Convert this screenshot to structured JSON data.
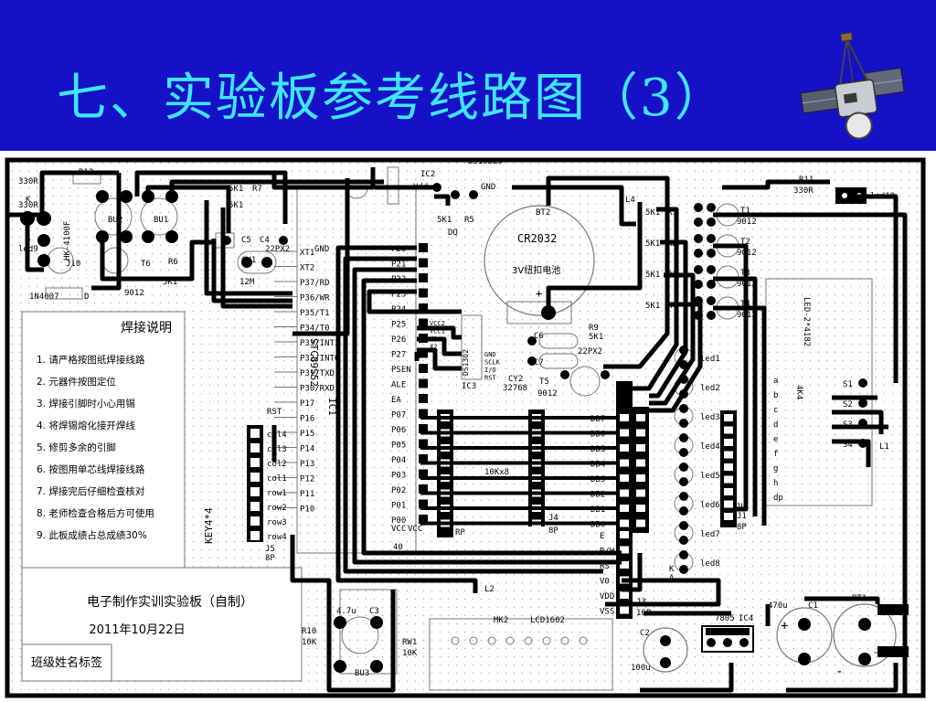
{
  "slide": {
    "title": "七、实验板参考线路图（3）"
  },
  "board": {
    "top_labels": {
      "ds18b20": "DS18B20",
      "ic2": "IC2",
      "vdd": "Vdd",
      "gnd": "GND",
      "dq": "DQ",
      "r5": "R5",
      "r5_val": "5K1"
    },
    "left_components": {
      "r12": "R12",
      "r12_val": "330R",
      "r13_val": "330R",
      "hk": "HK-4100F",
      "led9": "led9",
      "k": "K",
      "a": "A",
      "j10": "J10",
      "d": "D",
      "d_val": "1N4007",
      "bu2": "BU2",
      "bu1": "BU1",
      "t6": "T6",
      "t6_val": "9012",
      "r6": "R6",
      "r6_val": "5K1",
      "r7": "R7",
      "r7_val": "5K1",
      "r8_val": "5K1",
      "c4": "C4",
      "c5": "C5",
      "c4_val": "22PX2",
      "cy1": "CY1",
      "cy1_val": "12M"
    },
    "mcu": {
      "name": "IC1",
      "part": "STC89S52",
      "pins_left": [
        "XT1",
        "XT2",
        "P37/RD",
        "P36/WR",
        "P35/T1",
        "P34/T0",
        "P33/INT1",
        "P32/INT0",
        "P31/TXD",
        "P30/RXD",
        "P17",
        "P16",
        "P15",
        "P14",
        "P13",
        "P12",
        "P11",
        "P10"
      ],
      "rst": "RST",
      "pins_right": [
        "P20",
        "P21",
        "P22",
        "P23",
        "P24",
        "P25",
        "P26",
        "P27",
        "PSEN",
        "ALE",
        "EA",
        "P07",
        "P06",
        "P05",
        "P04",
        "P03",
        "P02",
        "P01",
        "P00"
      ],
      "gnd": "GND",
      "vcc": "VCC",
      "j5": "J5",
      "j5_sub": "8P"
    },
    "keypad": {
      "cols": [
        "col4",
        "col3",
        "col2",
        "col1"
      ],
      "rows": [
        "row1",
        "row2",
        "row3",
        "row4"
      ],
      "name": "KEY4*4"
    },
    "battery": {
      "cr": "CR2032",
      "bt": "BT2",
      "label": "3V纽扣电池"
    },
    "ds1302": {
      "name": "DS1302",
      "ic": "IC3",
      "pins": [
        "VCC2",
        "VCC1",
        "X1",
        "X2",
        "GND",
        "SCLK",
        "I/O",
        "RST"
      ],
      "c6": "C6",
      "c7": "C7",
      "c_val": "22PX2",
      "cy2": "CY2",
      "cy2_val": "32768",
      "r9": "R9",
      "r9_val": "5K1",
      "t5": "T5",
      "t5_val": "9012"
    },
    "data_bus": {
      "labels": [
        "DB7",
        "DB6",
        "DB5",
        "DB4",
        "DB3",
        "DB2",
        "DB1",
        "DB0"
      ],
      "j4": "J4",
      "j4_sub": "8P",
      "rp": "RP",
      "rp_val": "10Kx8",
      "vcc": "VCC",
      "p_label": "40"
    },
    "lcd": {
      "pins": [
        "E",
        "R/W",
        "RS",
        "V0",
        "VDD",
        "VSS"
      ],
      "j3": "J3",
      "j3_sub": "16P",
      "name": "LCD1602",
      "mk": "MK2",
      "l2": "L2",
      "k": "K",
      "a": "A"
    },
    "transistors": {
      "items": [
        {
          "r": "R1",
          "rv": "5K1",
          "t": "T1",
          "tv": "9012"
        },
        {
          "r": "R2",
          "rv": "5K1",
          "t": "T2",
          "tv": "9012"
        },
        {
          "r": "R3",
          "rv": "5K1",
          "t": "T3",
          "tv": "9012"
        },
        {
          "r": "R4",
          "rv": "5K1",
          "t": "T4",
          "tv": "9012"
        }
      ],
      "l4": "L4"
    },
    "leds": [
      "led1",
      "led2",
      "led3",
      "led4",
      "led5",
      "led6",
      "led7",
      "led8"
    ],
    "led_block": {
      "r11": "R11",
      "r11_val": "330R",
      "led10": "led10",
      "digit": "LED-2*4182",
      "pins": [
        "S1",
        "S2",
        "S3",
        "S4"
      ],
      "segs": [
        "a",
        "b",
        "c",
        "d",
        "e",
        "f",
        "g",
        "h",
        "dp"
      ],
      "j1": "J1",
      "j1_sub": "8P",
      "ju": "JU",
      "name": "4K4",
      "l1": "L1"
    },
    "power": {
      "bt1": "BT1",
      "v": "~12V",
      "c1": "C1",
      "c1_val": "470u",
      "ic4": "IC4",
      "ic4_part": "7805",
      "c2": "C2",
      "c2_val": "100u",
      "plus": "+",
      "minus": "-"
    },
    "bottom": {
      "r10": "R10",
      "r10_val": "10K",
      "c3": "C3",
      "c3_val": "4.7u",
      "rw": "RW1",
      "rw_val": "10K",
      "bu3": "BU3"
    },
    "notes": {
      "title": "焊接说明",
      "items": [
        "1. 请严格按图纸焊接线路",
        "2. 元器件按图定位",
        "3. 焊接引脚时小心用锡",
        "4. 将焊锡熔化接开焊线",
        "5. 修剪多余的引脚",
        "6. 按图用单芯线焊接线路",
        "7. 焊接完后仔细检查核对",
        "8. 老师检查合格后方可使用",
        "9. 此板成绩占总成绩30%"
      ]
    },
    "label_box": {
      "line1": "电子制作实训实验板（自制）",
      "line2": "2011年10月22日",
      "line3": "班级姓名标签"
    }
  }
}
